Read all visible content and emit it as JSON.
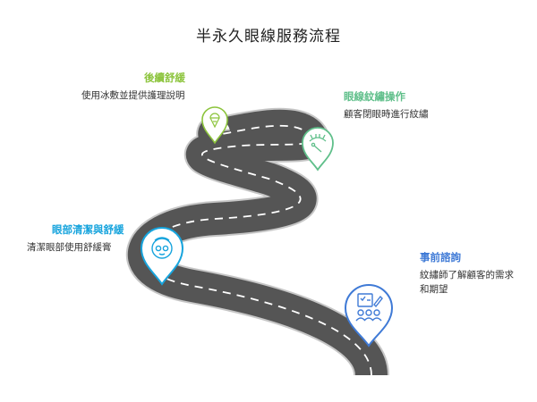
{
  "title": "半永久眼線服務流程",
  "colors": {
    "road": "#555555",
    "road_edge": "#c6c6c6",
    "stage1": "#3f7ad6",
    "stage2": "#17a4dd",
    "stage3": "#5fbf8a",
    "stage4": "#8cc43c"
  },
  "stages": [
    {
      "title": "事前諮詢",
      "desc": "紋繡師了解顧客的需求和期望",
      "icon": "consultation-checklist-icon"
    },
    {
      "title": "眼部清潔與舒緩",
      "desc": "清潔眼部使用舒緩膏",
      "icon": "face-cleansing-icon"
    },
    {
      "title": "眼線紋繡操作",
      "desc": "顧客閉眼時進行紋繡",
      "icon": "eyelash-tattoo-icon"
    },
    {
      "title": "後續舒緩",
      "desc": "使用冰敷並提供護理說明",
      "icon": "ice-cream-icon"
    }
  ]
}
